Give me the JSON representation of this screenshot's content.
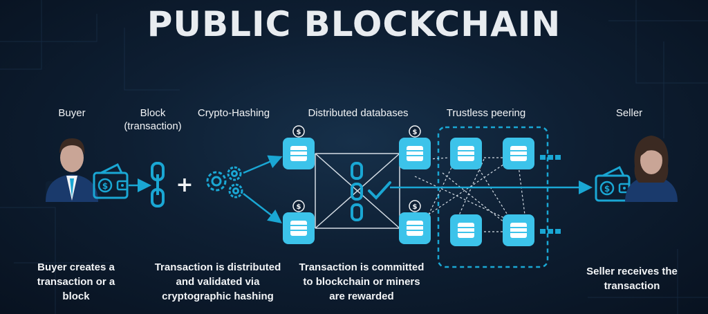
{
  "title": "PUBLIC BLOCKCHAIN",
  "labels": {
    "buyer": "Buyer",
    "block": "Block\n(transaction)",
    "crypto_hashing": "Crypto-Hashing",
    "distributed_databases": "Distributed databases",
    "trustless_peering": "Trustless peering",
    "seller": "Seller"
  },
  "captions": {
    "buyer_step": "Buyer creates a\ntransaction or a\nblock",
    "hashing_step": "Transaction is distributed\nand validated via\ncryptographic hashing",
    "commit_step": "Transaction is committed\nto blockchain or miners\nare rewarded",
    "seller_step": "Seller receives the\ntransaction"
  },
  "symbols": {
    "plus": "+",
    "dollar": "$",
    "ellipsis": "▪▪▪"
  },
  "colors": {
    "accent": "#1aa7d4",
    "accent_light": "#3cc3ea",
    "background": "#0e1f33",
    "text": "#f2f4f6",
    "person_skin": "#c9a596"
  }
}
